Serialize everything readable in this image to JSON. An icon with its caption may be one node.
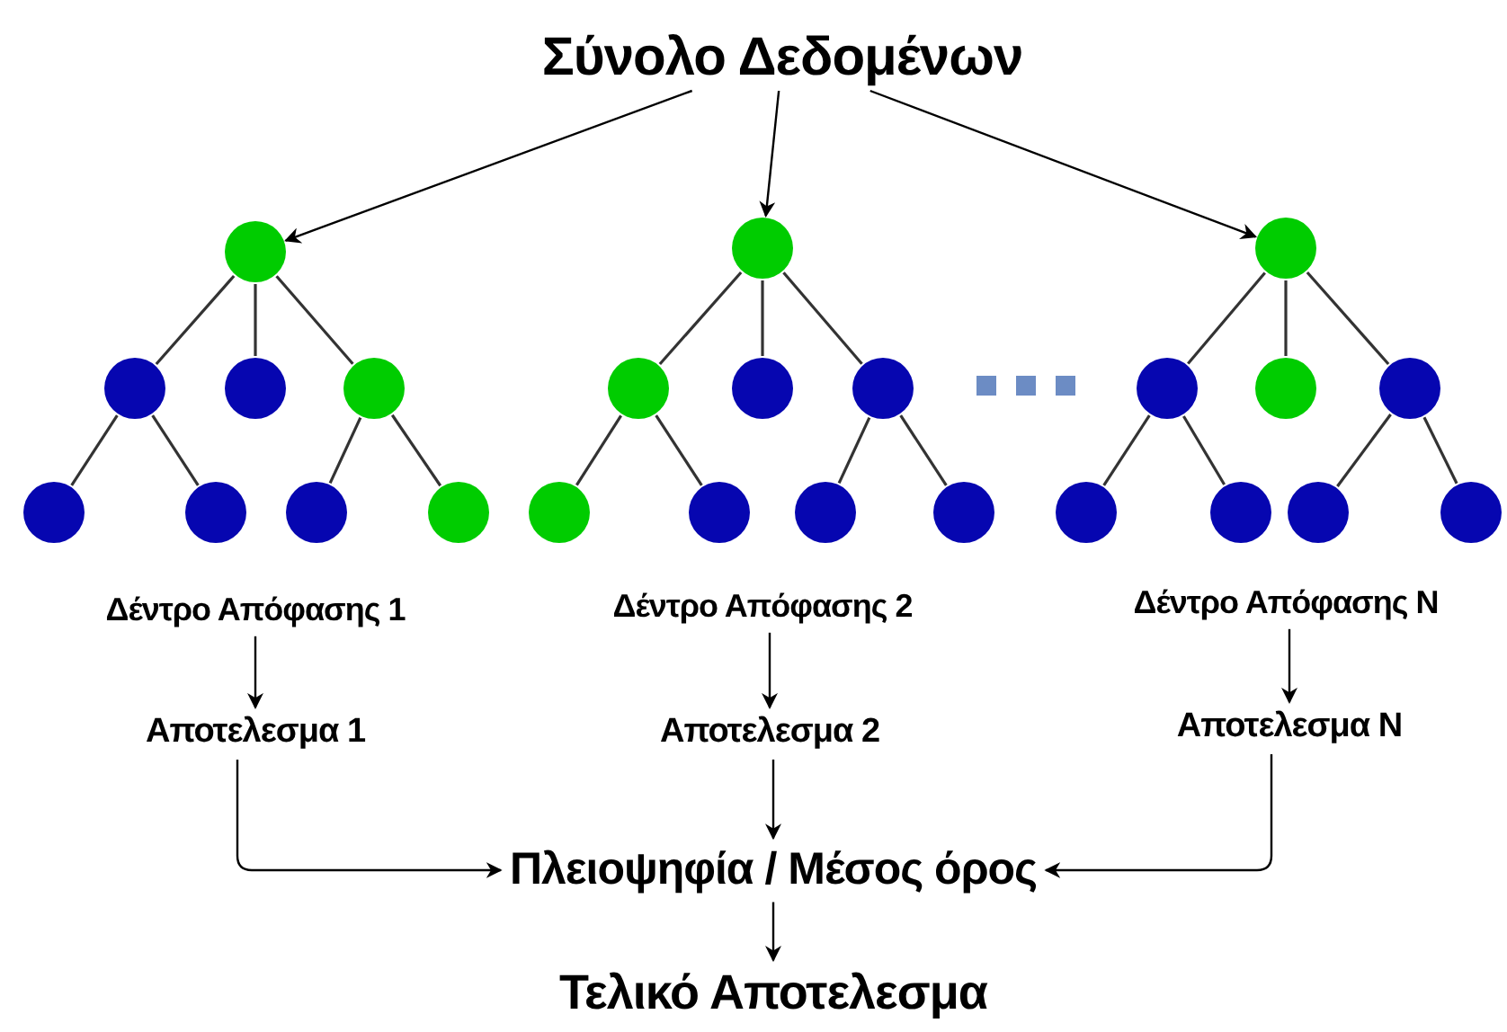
{
  "diagram": {
    "nodes": [
      {
        "text": [
          "Σύνολο Δεδομένων"
        ]
      },
      {
        "text": [],
        "shape": "circle"
      },
      {
        "text": [],
        "shape": "circle"
      },
      {
        "text": [],
        "shape": "circle"
      },
      {
        "text": [],
        "shape": "circle"
      },
      {
        "text": [],
        "shape": "circle"
      },
      {
        "text": [],
        "shape": "circle"
      },
      {
        "text": [],
        "shape": "circle"
      },
      {
        "text": [],
        "shape": "circle"
      },
      {
        "text": [],
        "shape": "circle"
      },
      {
        "text": [],
        "shape": "circle"
      },
      {
        "text": [],
        "shape": "circle"
      },
      {
        "text": [],
        "shape": "circle"
      },
      {
        "text": [],
        "shape": "circle"
      },
      {
        "text": [],
        "shape": "circle"
      },
      {
        "text": [],
        "shape": "circle"
      },
      {
        "text": [],
        "shape": "circle"
      },
      {
        "text": [],
        "shape": "circle"
      },
      {
        "text": [],
        "shape": "circle"
      },
      {
        "text": [],
        "shape": "circle"
      },
      {
        "text": [],
        "shape": "circle"
      },
      {
        "text": [],
        "shape": "circle"
      },
      {
        "text": [],
        "shape": "circle"
      },
      {
        "text": [],
        "shape": "circle"
      },
      {
        "text": [],
        "shape": "circle"
      },
      {
        "text": [
          "Δέντρο Απόφασης 1"
        ]
      },
      {
        "text": [
          "Δέντρο Απόφασης 2"
        ]
      },
      {
        "text": [
          "Δέντρο Απόφασης N"
        ]
      },
      {
        "text": [
          "Αποτελεσμα 1"
        ]
      },
      {
        "text": [
          "Αποτελεσμα 2"
        ]
      },
      {
        "text": [
          "Αποτελεσμα N"
        ]
      },
      {
        "text": [
          "Πλειοψηφία / Μέσος όρος"
        ]
      },
      {
        "text": [
          "Τελικό Αποτελεσμα"
        ]
      }
    ],
    "edges": [
      {
        "from": 0,
        "to": 1,
        "arrow": "to"
      },
      {
        "from": 0,
        "to": 9,
        "arrow": "to"
      },
      {
        "from": 0,
        "to": 17,
        "arrow": "to"
      },
      {
        "from": 1,
        "to": 2,
        "arrow": "none"
      },
      {
        "from": 1,
        "to": 3,
        "arrow": "none"
      },
      {
        "from": 1,
        "to": 4,
        "arrow": "none"
      },
      {
        "from": 2,
        "to": 5,
        "arrow": "none"
      },
      {
        "from": 2,
        "to": 6,
        "arrow": "none"
      },
      {
        "from": 4,
        "to": 7,
        "arrow": "none"
      },
      {
        "from": 4,
        "to": 8,
        "arrow": "none"
      },
      {
        "from": 9,
        "to": 10,
        "arrow": "none"
      },
      {
        "from": 9,
        "to": 11,
        "arrow": "none"
      },
      {
        "from": 9,
        "to": 12,
        "arrow": "none"
      },
      {
        "from": 10,
        "to": 13,
        "arrow": "none"
      },
      {
        "from": 10,
        "to": 14,
        "arrow": "none"
      },
      {
        "from": 12,
        "to": 15,
        "arrow": "none"
      },
      {
        "from": 12,
        "to": 16,
        "arrow": "none"
      },
      {
        "from": 17,
        "to": 18,
        "arrow": "none"
      },
      {
        "from": 17,
        "to": 19,
        "arrow": "none"
      },
      {
        "from": 17,
        "to": 20,
        "arrow": "none"
      },
      {
        "from": 18,
        "to": 21,
        "arrow": "none"
      },
      {
        "from": 18,
        "to": 22,
        "arrow": "none"
      },
      {
        "from": 20,
        "to": 23,
        "arrow": "none"
      },
      {
        "from": 20,
        "to": 24,
        "arrow": "none"
      },
      {
        "from": 25,
        "to": 28,
        "arrow": "to"
      },
      {
        "from": 26,
        "to": 29,
        "arrow": "to"
      },
      {
        "from": 27,
        "to": 30,
        "arrow": "to"
      },
      {
        "from": 28,
        "to": 31,
        "arrow": "to"
      },
      {
        "from": 29,
        "to": 31,
        "arrow": "to"
      },
      {
        "from": 30,
        "to": 31,
        "arrow": "to"
      },
      {
        "from": 31,
        "to": 32,
        "arrow": "to"
      }
    ]
  }
}
